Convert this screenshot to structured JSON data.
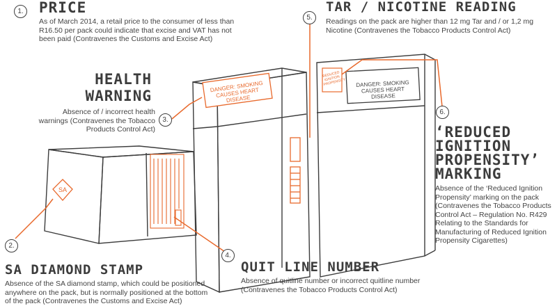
{
  "numbers": [
    "1.",
    "2.",
    "3.",
    "4.",
    "5.",
    "6."
  ],
  "price": {
    "heading": "PRICE",
    "body": "As of March 2014, a retail price to the consumer of less than R16.50 per pack could indicate that excise and VAT has not been paid (Contravenes the Customs and Excise Act)"
  },
  "health": {
    "heading_line1": "HEALTH",
    "heading_line2": "WARNING",
    "body": "Absence of / incorrect health warnings (Contravenes the Tobacco Products Control Act)"
  },
  "tar": {
    "heading": "TAR / NICOTINE READING",
    "body": "Readings on the pack are higher than 12 mg Tar and / or 1,2 mg Nicotine (Contravenes the Tobacco Products Control Act)"
  },
  "ignition": {
    "heading_line1": "‘REDUCED",
    "heading_line2": "IGNITION",
    "heading_line3": "PROPENSITY’",
    "heading_line4": "MARKING",
    "body": "Absence of the ‘Reduced Ignition Propensity’ marking on the pack (Contravenes the Tobacco Products Control Act – Regulation No. R429 Relating to the Standards for Manufacturing of Reduced Ignition Propensity Cigarettes)"
  },
  "stamp": {
    "heading": "SA DIAMOND STAMP",
    "body": "Absence of the SA diamond stamp, which could be positioned anywhere on the pack, but is normally positioned at the bottom of the pack (Contravenes the Customs and Excise Act)"
  },
  "quitline": {
    "heading": "QUIT LINE NUMBER",
    "body": "Absence of quitline number or incorrect quitline number (Contravenes the Tobacco Products Control Act)"
  },
  "pack": {
    "warning_front": "DANGER: SMOKING CAUSES HEART DISEASE",
    "warning_back": "DANGER: SMOKING CAUSES HEART DISEASE",
    "sa_mark": "SA",
    "rip_mark": "Reduced Ignition Propensity"
  },
  "colors": {
    "accent": "#e8692c",
    "ink": "#3c3c3c"
  }
}
